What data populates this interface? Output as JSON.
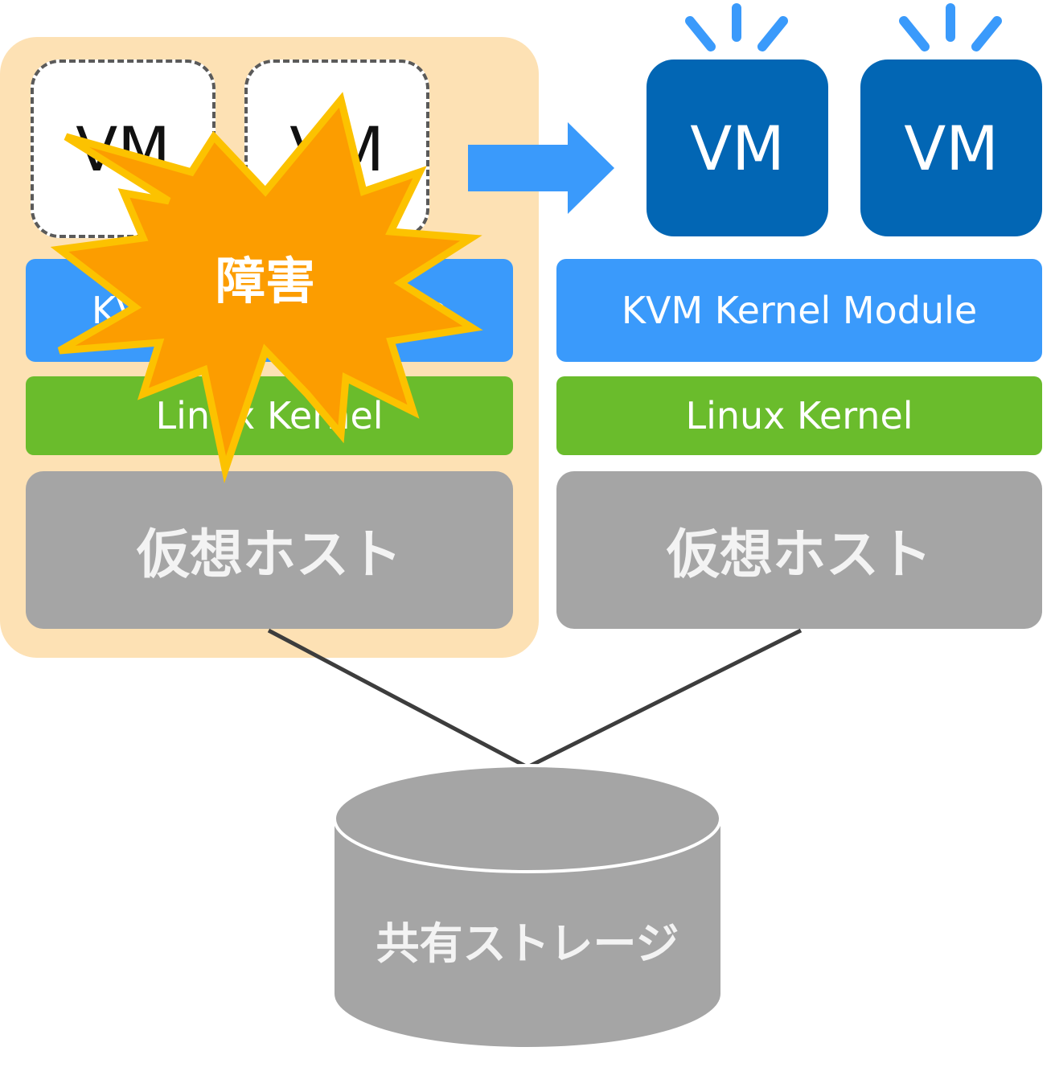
{
  "colors": {
    "failed_host_bg": "#fde1b4",
    "vm_active": "#0266b4",
    "kvm_layer": "#3a9afb",
    "linux_layer": "#6abc2c",
    "host_layer": "#a5a5a5",
    "burst_fill": "#fc9d00",
    "burst_stroke": "#fcc200",
    "arrow": "#3a9afb",
    "connector": "#3d3d3d",
    "storage": "#a5a5a5"
  },
  "failed_host": {
    "vms": [
      "VM",
      "VM"
    ],
    "kvm_label": "KVM Kernel Module",
    "linux_label": "Linux  Kernel",
    "host_label": "仮想ホスト",
    "failure_label": "障害"
  },
  "standby_host": {
    "vms": [
      "VM",
      "VM"
    ],
    "kvm_label": "KVM Kernel Module",
    "linux_label": "Linux  Kernel",
    "host_label": "仮想ホスト"
  },
  "storage": {
    "label": "共有ストレージ"
  },
  "icons": {
    "migration": "arrow-right-icon",
    "activity": "sparkle-rays-icon",
    "failure": "explosion-burst-icon",
    "storage": "database-cylinder-icon"
  }
}
